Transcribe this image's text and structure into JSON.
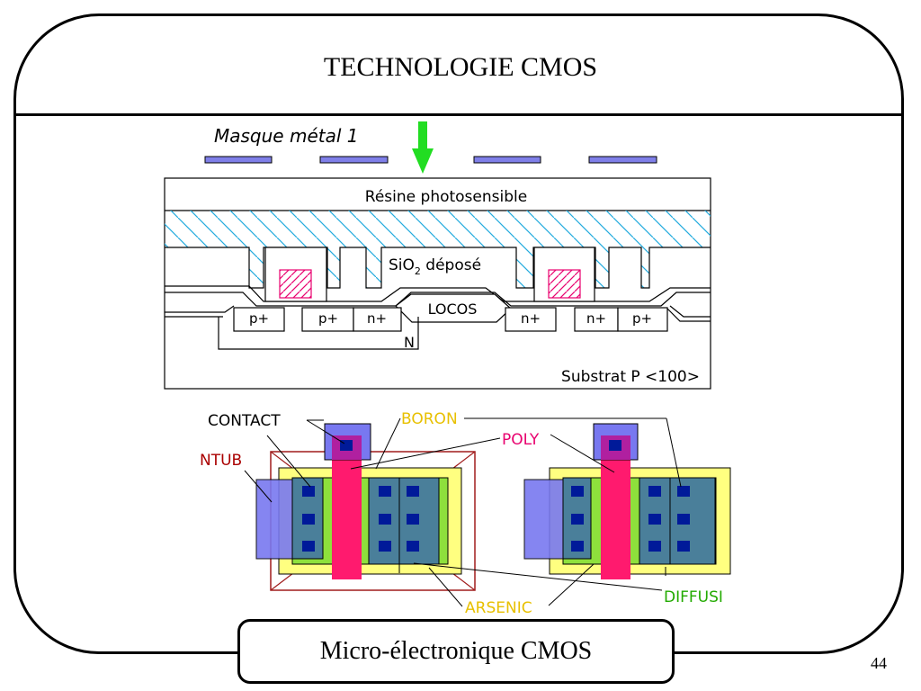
{
  "slide": {
    "title": "TECHNOLOGIE CMOS",
    "footer": "Micro-électronique CMOS",
    "page_number": "44"
  },
  "cross_section": {
    "mask_label": "Masque métal 1",
    "resist_label": "Résine photosensible",
    "oxide_label_main": "SiO",
    "oxide_label_sub": "2",
    "oxide_label_rest": " déposé",
    "locos_label": "LOCOS",
    "substrate_label": "Substrat P <100>",
    "well_label": "N",
    "diffusions": [
      "p+",
      "p+",
      "n+",
      "n+",
      "n+",
      "p+"
    ]
  },
  "layout_legend": {
    "contact": "CONTACT",
    "boron": "BORON",
    "poly": "POLY",
    "ntub": "NTUB",
    "arsenic": "ARSENIC",
    "diffusion": "DIFFUSI"
  },
  "colors": {
    "mask": "#7f7fe8",
    "arrow": "#22dd22",
    "hatch": "#22aadd",
    "poly": "#ff1a6e",
    "boron": "#ffff80",
    "arsenic": "#8ee03c",
    "diffusion": "#4a7f9a",
    "ntub_outline": "#a01c1c",
    "contact": "#001a99",
    "contact_pad": "#7878f0",
    "ntub_label": "#aa0000",
    "boron_label": "#e8c000",
    "poly_label": "#e8006e",
    "arsenic_label": "#e8c000",
    "diffusion_label": "#22aa00"
  }
}
